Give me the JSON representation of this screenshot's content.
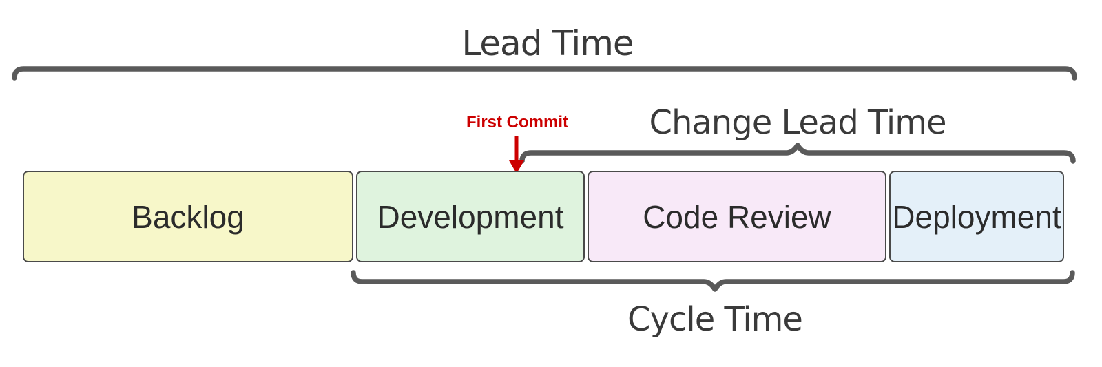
{
  "annotations": {
    "lead_time": "Lead Time",
    "change_lead_time": "Change Lead Time",
    "cycle_time": "Cycle Time",
    "first_commit": "First Commit"
  },
  "stages": [
    {
      "label": "Backlog",
      "fill": "#f7f7c9"
    },
    {
      "label": "Development",
      "fill": "#dff3de"
    },
    {
      "label": "Code Review",
      "fill": "#f8e9f8"
    },
    {
      "label": "Deployment",
      "fill": "#e4f0f9"
    }
  ],
  "colors": {
    "bracket": "#5a5a5a",
    "box_border": "#4a4a4a",
    "box_text": "#2b2b2b",
    "annotation_text": "#3a3a3a",
    "arrow": "#cc0000",
    "background": "#ffffff"
  }
}
